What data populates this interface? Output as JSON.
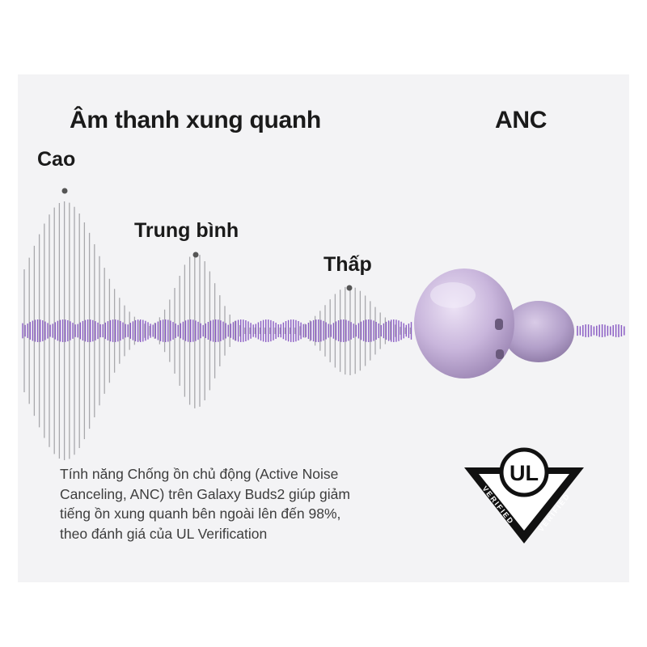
{
  "headings": {
    "ambient": "Âm thanh xung quanh",
    "anc": "ANC"
  },
  "levels": {
    "high": "Cao",
    "medium": "Trung bình",
    "low": "Thấp"
  },
  "caption": "Tính năng Chống ồn chủ động (Active Noise\nCanceling, ANC) trên Galaxy Buds2 giúp giảm\ntiếng ồn xung quanh bên ngoài lên đến 98%,\ntheo đánh giá của UL Verification",
  "badge": {
    "logo_text": "UL",
    "ring_text": "VERIFIED"
  },
  "colors": {
    "accent_purple": "#8a5cc4",
    "wave_gray": "#a8a8ac",
    "earbud_lavender": "#c9b6dc"
  }
}
